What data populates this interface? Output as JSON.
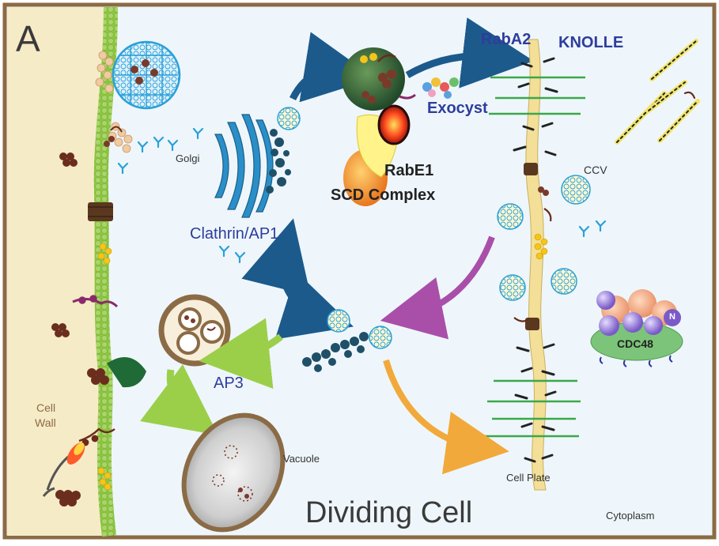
{
  "panel_letter": "A",
  "title": "Dividing Cell",
  "labels": {
    "golgi": "Golgi",
    "clathrin_ap1": "Clathrin/AP1",
    "rabe1": "RabE1",
    "scd_complex": "SCD Complex",
    "exocyst": "Exocyst",
    "raba2": "RabA2",
    "knolle": "KNOLLE",
    "ccv": "CCV",
    "ap3": "AP3",
    "vacuole": "Vacuole",
    "cell_plate": "Cell Plate",
    "cytoplasm": "Cytoplasm",
    "cell_wall_1": "Cell",
    "cell_wall_2": "Wall",
    "cdc48": "CDC48",
    "n_subunit": "N"
  },
  "colors": {
    "frame": "#8b6b45",
    "cell_wall": "#f6ebc7",
    "membrane": "#8cc63f",
    "cytoplasm": "#eef6fb",
    "clathrin": "#2aa0d8",
    "golgi": "#2a8fc8",
    "arrow_blue": "#1c5a8c",
    "arrow_purple": "#a94fa9",
    "arrow_orange": "#f2a93b",
    "arrow_green": "#9bcf4a",
    "cell_plate": "#f3df97",
    "label_blue": "#2e3d9c"
  }
}
